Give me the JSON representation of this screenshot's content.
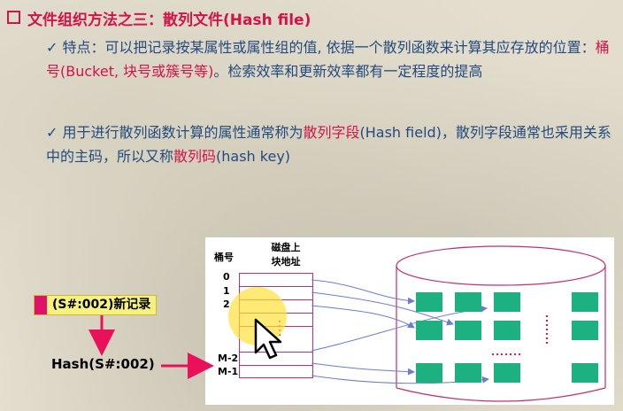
{
  "heading": {
    "title": "文件组织方法之三：散列文件(Hash file)"
  },
  "bullets": [
    {
      "check": "✓",
      "p1": " 特点：可以把记录按某属性或属性组的值, 依据一个散列函数来计算其应存放的位置：",
      "hl1": "桶号(Bucket, 块号或簇号等)",
      "p2": "。检索效率和更新效率都有一定程度的提高"
    },
    {
      "check": "✓",
      "p1": " 用于进行散列函数计算的属性通常称为",
      "hl1": "散列字段",
      "p2": "(Hash field)，散列字段通常也采用关系中的主码，所以又称",
      "hl2": "散列码",
      "p3": "(hash key)"
    }
  ],
  "diagram": {
    "bucket_label": "桶号",
    "disk_label_line1": "磁盘上",
    "disk_label_line2": "块地址",
    "indices": [
      "0",
      "1",
      "2",
      "M-2",
      "M-1"
    ],
    "record_label": "(S#:002)新记录",
    "hash_label": "Hash(S#:002)"
  },
  "colors": {
    "accent": "#d1144a",
    "text": "#234a7e",
    "block_fill": "#1db080",
    "arrow": "#e8115a",
    "connector": "#6a7ed0"
  },
  "icons": [
    "checkbox-square-icon",
    "check-icon",
    "pointer-cursor-icon"
  ]
}
